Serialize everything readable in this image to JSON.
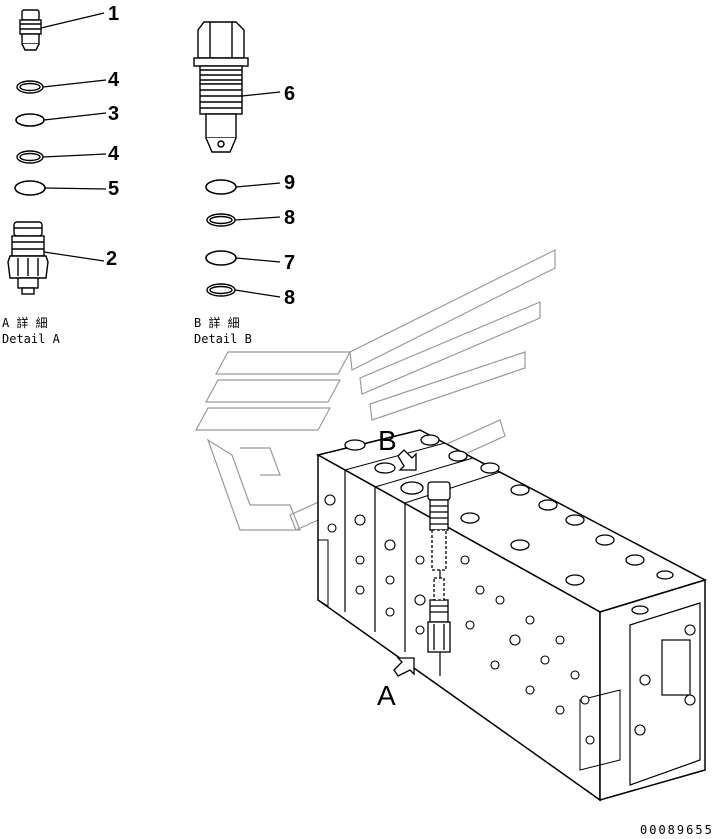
{
  "callouts": [
    "1",
    "4",
    "3",
    "4",
    "5",
    "2",
    "6",
    "9",
    "8",
    "7",
    "8"
  ],
  "detail_a": {
    "jp": "A 詳 細",
    "en": "Detail A"
  },
  "detail_b": {
    "jp": "B 詳 細",
    "en": "Detail B"
  },
  "view_labels": {
    "a": "A",
    "b": "B"
  },
  "drawing_code": "00089655"
}
